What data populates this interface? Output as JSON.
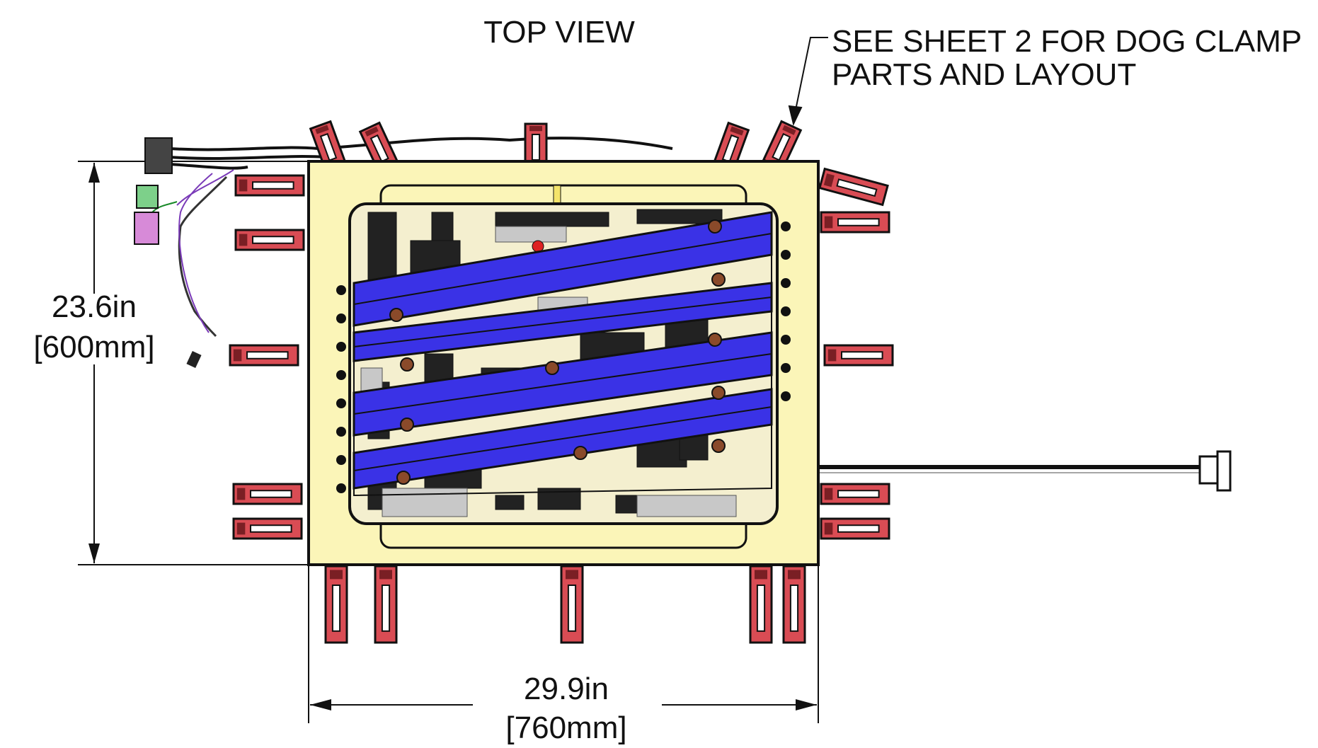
{
  "view_title": "TOP VIEW",
  "note": {
    "line1": "SEE SHEET 2 FOR DOG CLAMP",
    "line2": "PARTS AND LAYOUT"
  },
  "dimensions": {
    "height": {
      "imperial": "23.6in",
      "metric": "[600mm]"
    },
    "width": {
      "imperial": "29.9in",
      "metric": "[760mm]"
    }
  },
  "colors": {
    "frame": "#fbf5b8",
    "frame_outline": "#111111",
    "clamp_bars": "#3a32e6",
    "dog_clamps": "#d94c54",
    "machinery_gray": "#c8c8c8",
    "line": "#111111"
  }
}
